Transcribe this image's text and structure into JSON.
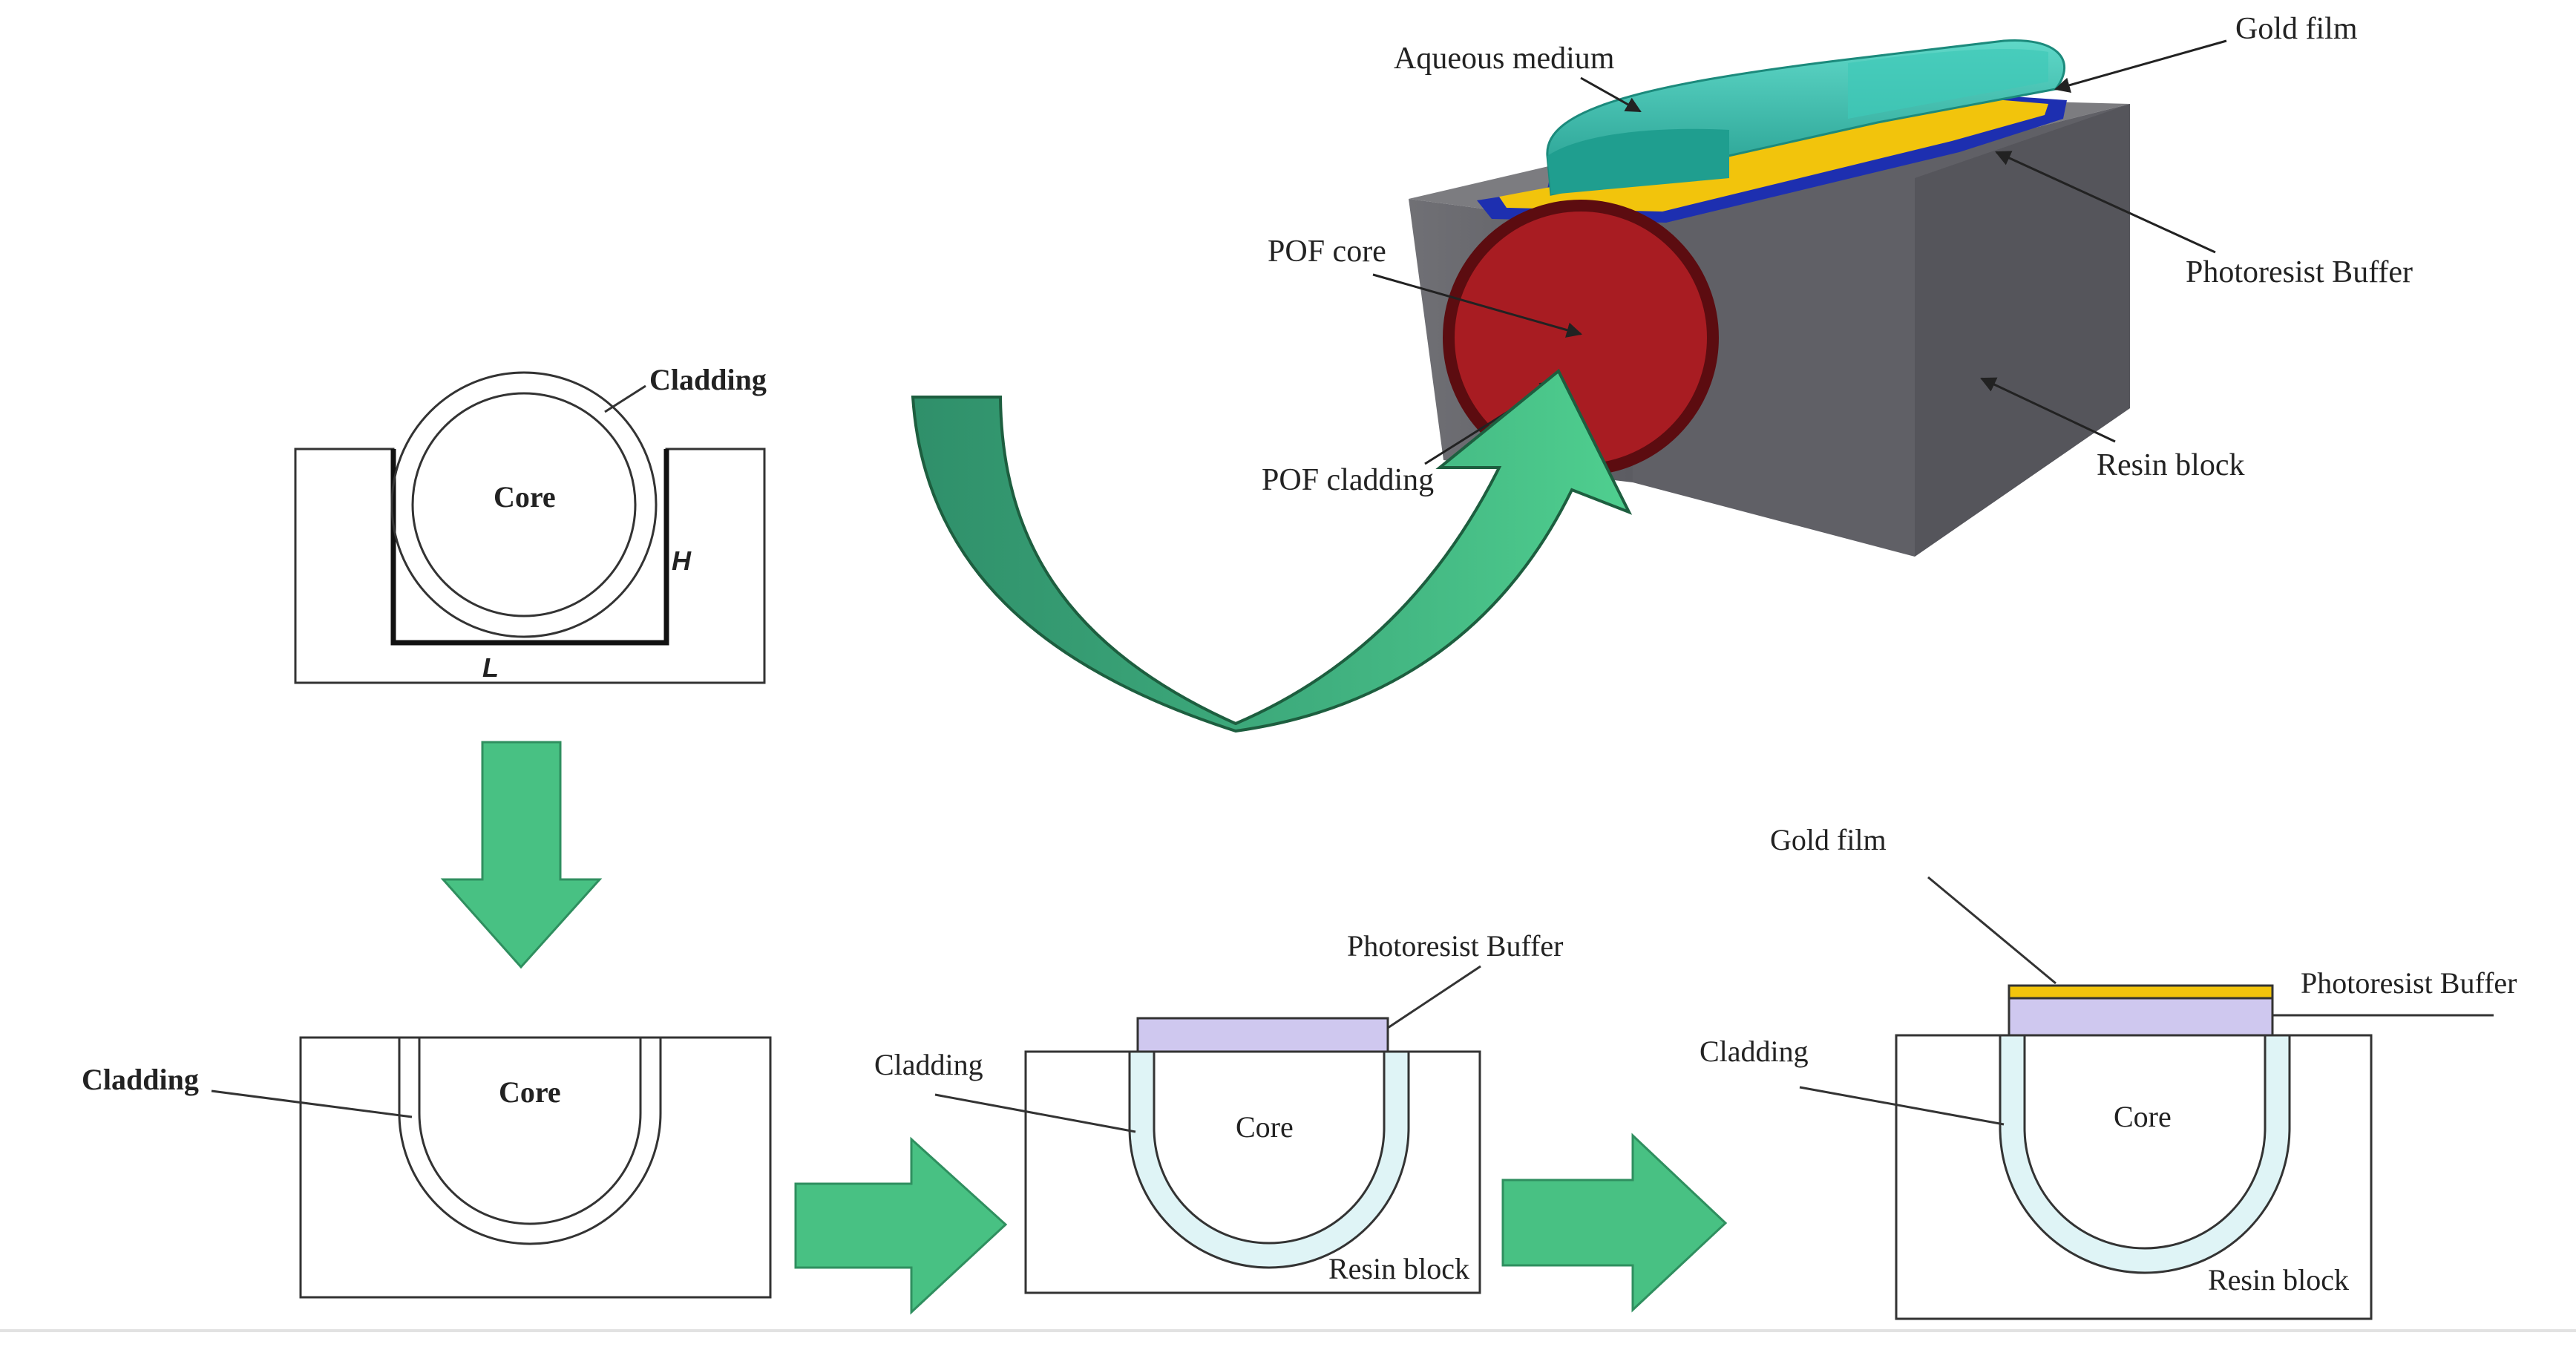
{
  "labels": {
    "aqueous_medium": "Aqueous medium",
    "gold_film_3d": "Gold film",
    "pof_core": "POF core",
    "photoresist_buffer_3d": "Photoresist Buffer",
    "pof_cladding": "POF cladding",
    "resin_block_3d": "Resin block",
    "cladding_step1": "Cladding",
    "core_step1": "Core",
    "dim_h": "H",
    "dim_l": "L",
    "cladding_step2": "Cladding",
    "core_step2": "Core",
    "photoresist_buffer_step3": "Photoresist Buffer",
    "cladding_step3": "Cladding",
    "core_step3": "Core",
    "resin_block_step3": "Resin block",
    "gold_film_step4": "Gold film",
    "photoresist_buffer_step4": "Photoresist Buffer",
    "cladding_step4": "Cladding",
    "core_step4": "Core",
    "resin_block_step4": "Resin block"
  },
  "colors": {
    "aqueous": "#2fb8a8",
    "gold": "#f2c40c",
    "photoresist_3d": "#1d2fb0",
    "pof_core": "#a81c22",
    "red_channel": "#e62222",
    "resin": "#6e6e72",
    "arrow_green": "#48c183",
    "photoresist_2d": "#cfc8ef",
    "cladding_2d": "#dff4f6"
  }
}
